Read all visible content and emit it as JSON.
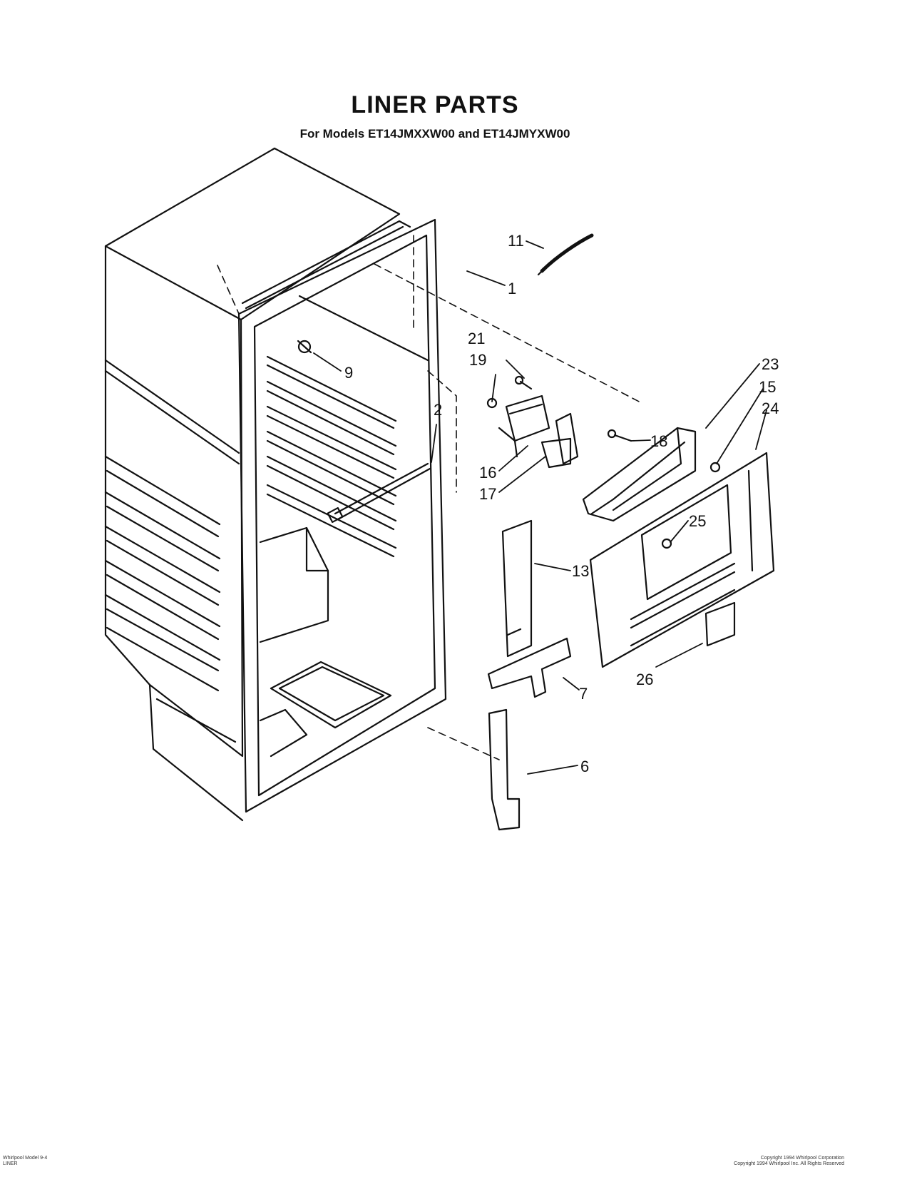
{
  "title": "LINER PARTS",
  "subtitle": "For Models ET14JMXXW00 and ET14JMYXW00",
  "callouts": [
    {
      "id": "c11",
      "label": "11"
    },
    {
      "id": "c1",
      "label": "1"
    },
    {
      "id": "c9",
      "label": "9"
    },
    {
      "id": "c21",
      "label": "21"
    },
    {
      "id": "c19",
      "label": "19"
    },
    {
      "id": "c2",
      "label": "2"
    },
    {
      "id": "c23",
      "label": "23"
    },
    {
      "id": "c15",
      "label": "15"
    },
    {
      "id": "c24",
      "label": "24"
    },
    {
      "id": "c18",
      "label": "18"
    },
    {
      "id": "c16",
      "label": "16"
    },
    {
      "id": "c17",
      "label": "17"
    },
    {
      "id": "c25",
      "label": "25"
    },
    {
      "id": "c13",
      "label": "13"
    },
    {
      "id": "c7",
      "label": "7"
    },
    {
      "id": "c26",
      "label": "26"
    },
    {
      "id": "c6",
      "label": "6"
    }
  ],
  "footer": {
    "left_line1": "Whirlpool Model 9-4",
    "left_line2": "LINER",
    "right_line1": "Copyright 1994 Whirlpool Corporation",
    "right_line2": "Copyright 1994 Whirlpool Inc. All Rights Reserved"
  },
  "colors": {
    "ink": "#111111",
    "paper": "#ffffff"
  }
}
